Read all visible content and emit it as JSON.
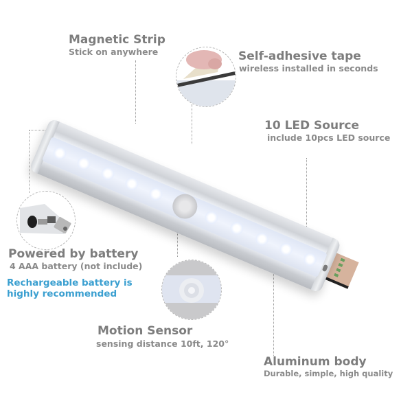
{
  "callouts": {
    "magnetic_strip": {
      "title": "Magnetic Strip",
      "subtitle": "Stick on anywhere"
    },
    "adhesive_tape": {
      "title": "Self-adhesive tape",
      "subtitle": "wireless installed in seconds"
    },
    "led_source": {
      "title": "10 LED Source",
      "subtitle": "include 10pcs LED source"
    },
    "battery": {
      "title": "Powered by battery",
      "subtitle": "4 AAA battery (not include)",
      "note_line1": "Rechargeable battery is",
      "note_line2": "highly recommended"
    },
    "motion_sensor": {
      "title": "Motion Sensor",
      "subtitle": "sensing distance 10ft, 120°"
    },
    "aluminum_body": {
      "title": "Aluminum body",
      "subtitle": "Durable, simple, high quality"
    }
  },
  "product": {
    "led_count": 10,
    "colors": {
      "tape": "#d6b39d",
      "tape_mark": "#4f9a4f",
      "body": "#e3e6ea",
      "note": "#3a9fd0",
      "text": "#7d7d7d"
    }
  }
}
